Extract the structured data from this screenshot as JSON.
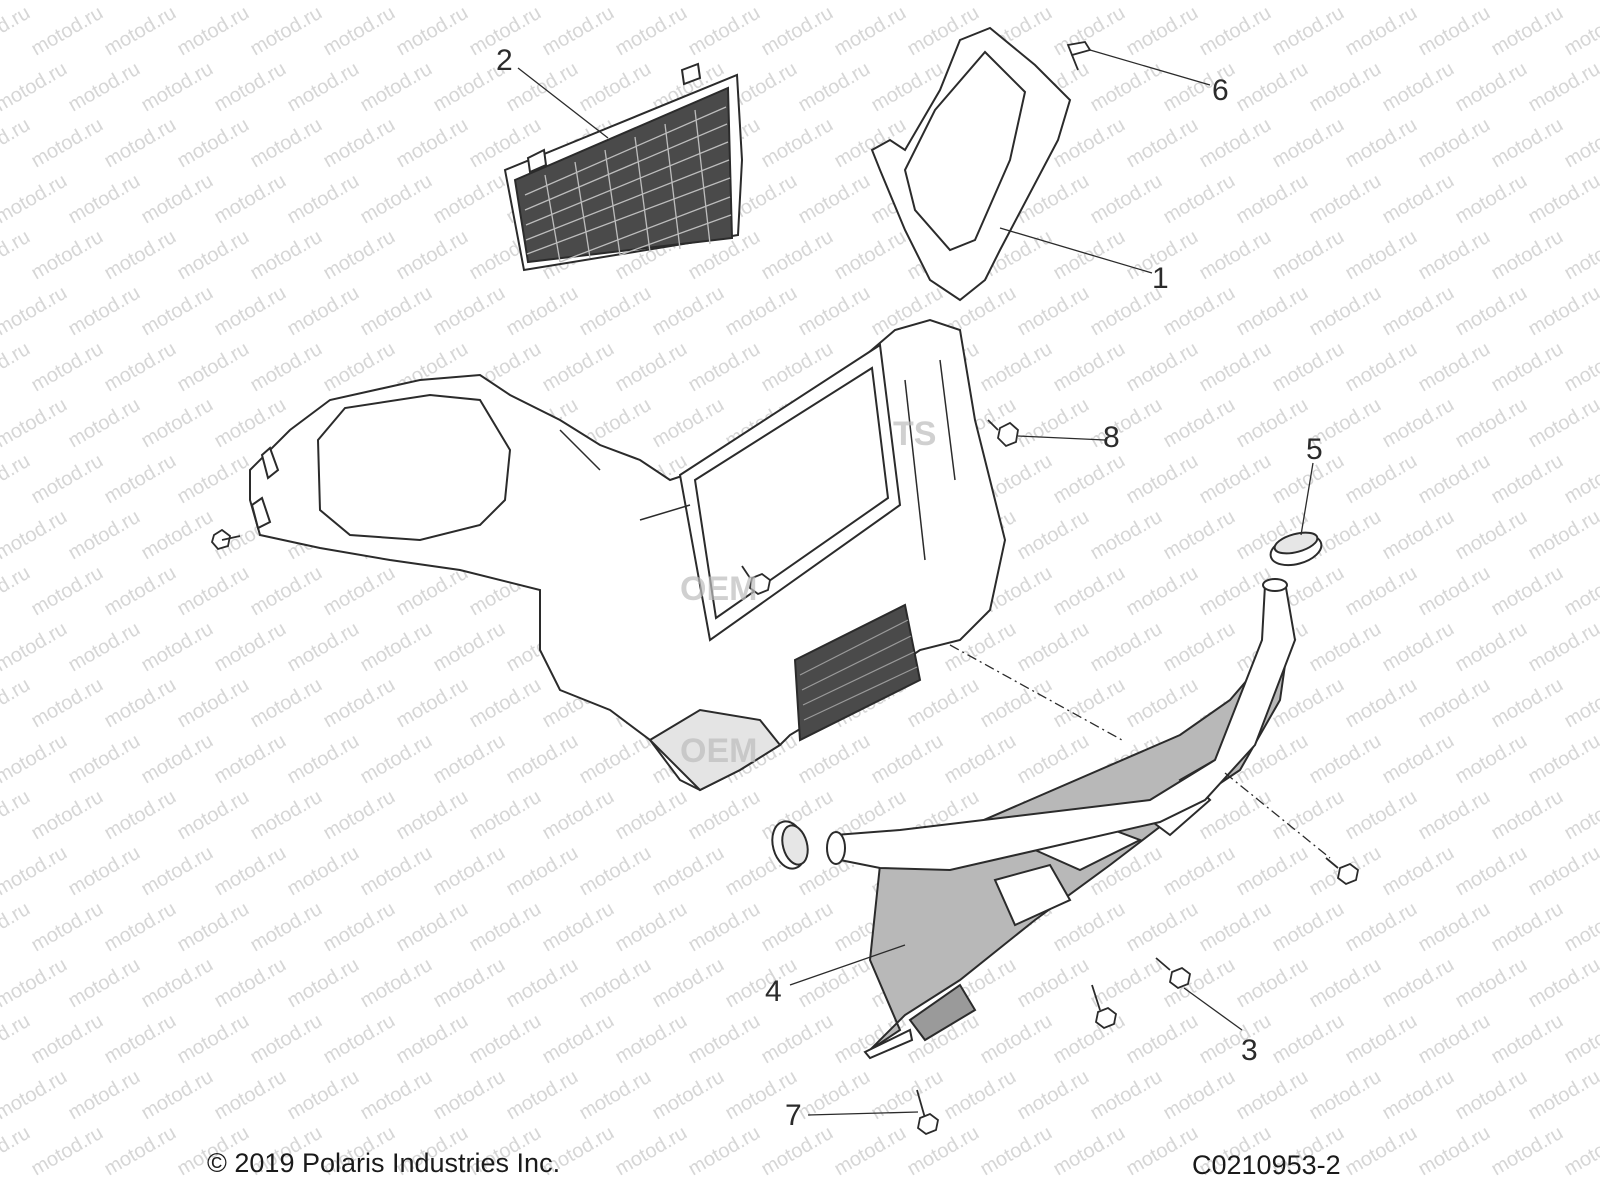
{
  "watermark_text": "motod.ru",
  "overlay_text": [
    "OEM",
    "OEM",
    "TS"
  ],
  "callouts": [
    {
      "id": "1",
      "label": "1"
    },
    {
      "id": "2",
      "label": "2"
    },
    {
      "id": "3",
      "label": "3"
    },
    {
      "id": "4",
      "label": "4"
    },
    {
      "id": "5",
      "label": "5"
    },
    {
      "id": "6",
      "label": "6"
    },
    {
      "id": "7",
      "label": "7"
    },
    {
      "id": "8",
      "label": "8"
    }
  ],
  "footer": {
    "copyright": "© 2019 Polaris Industries Inc.",
    "diagram_code": "C0210953-2"
  },
  "colors": {
    "line": "#2b2b2b",
    "plate_fill": "#b8b8b8",
    "mesh_fill": "#4a4a4a",
    "watermark": "#d6d6d6"
  }
}
